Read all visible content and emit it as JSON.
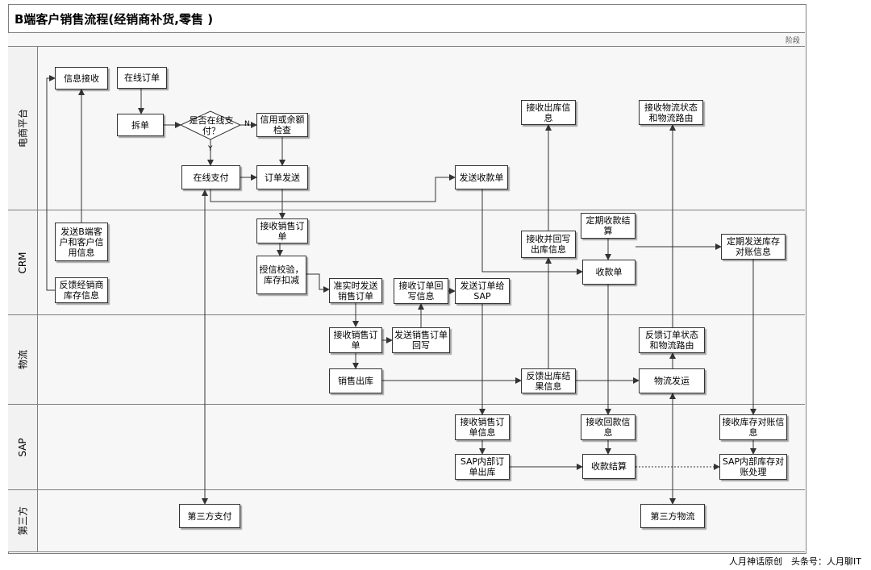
{
  "title": "B端客户销售流程(经销商补货,零售 )",
  "phase_label": "阶段",
  "lanes": [
    {
      "label": "电商平台"
    },
    {
      "label": "CRM"
    },
    {
      "label": "物流"
    },
    {
      "label": "SAP"
    },
    {
      "label": "第三方"
    }
  ],
  "nodes": {
    "info_receive": "信息接收",
    "online_order": "在线订单",
    "split_order": "拆单",
    "is_online_pay": "是否在线支付？",
    "credit_check": "信用或余额检查",
    "online_pay": "在线支付",
    "order_send": "订单发送",
    "send_receipt": "发送收款单",
    "recv_outbound_info": "接收出库信息",
    "recv_logistics_status": "接收物流状态和物流路由",
    "send_b_customer": "发送B端客户和客户信用信息",
    "feedback_dealer_stock": "反馈经销商库存信息",
    "recv_sales_order_crm": "接收销售订单",
    "credit_verify": "授信校验，库存扣减",
    "realtime_send_order": "准实时发送销售订单",
    "recv_order_writeback": "接收订单回写信息",
    "send_order_sap": "发送订单给SAP",
    "recv_writeback_outbound": "接收并回写出库信息",
    "periodic_receipt": "定期收款结算",
    "receipt": "收款单",
    "periodic_stock_recon": "定期发送库存对账信息",
    "recv_sales_order_log": "接收销售订单",
    "send_order_writeback": "发送销售订单回写",
    "sales_outbound": "销售出库",
    "feedback_outbound_result": "反馈出库结果信息",
    "feedback_order_status": "反馈订单状态和物流路由",
    "logistics_ship": "物流发运",
    "recv_sales_order_sap": "接收销售订单信息",
    "sap_internal_outbound": "SAP内部订单出库",
    "recv_payment_info": "接收回款信息",
    "payment_settlement": "收款结算",
    "recv_stock_recon": "接收库存对账信息",
    "sap_stock_recon": "SAP内部库存对账处理",
    "third_party_pay": "第三方支付",
    "third_party_logistics": "第三方物流"
  },
  "edge_labels": {
    "no": "N",
    "yes": "Y"
  },
  "watermark": "人月神话原创　头条号：人月聊IT",
  "colors": {
    "border": "#333333",
    "lane_bg": "#f7f7f7",
    "line": "#333333"
  }
}
